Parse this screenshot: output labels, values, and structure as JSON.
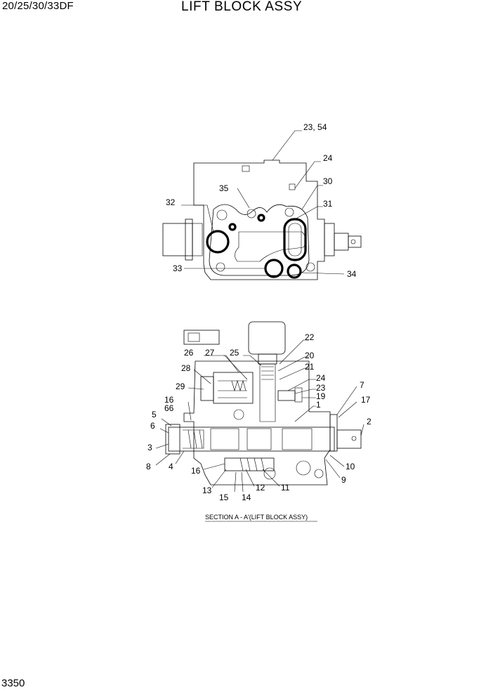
{
  "header": {
    "model": "20/25/30/33DF",
    "title": "LIFT BLOCK ASSY"
  },
  "page_number": "3350",
  "top_view": {
    "callouts": {
      "c23_54": "23, 54",
      "c24": "24",
      "c30": "30",
      "c35": "35",
      "c32": "32",
      "c31": "31",
      "c33": "33",
      "c34": "34"
    }
  },
  "section_view": {
    "caption": "SECTION A - A'(LIFT BLOCK ASSY)",
    "callouts": {
      "c22": "22",
      "c26": "26",
      "c27": "27",
      "c25": "25",
      "c20": "20",
      "c21": "21",
      "c28": "28",
      "c24": "24",
      "c23": "23",
      "c29": "29",
      "c19": "19",
      "c7": "7",
      "c16a": "16",
      "c17": "17",
      "c66": "66",
      "c1": "1",
      "c5": "5",
      "c2": "2",
      "c6": "6",
      "c3": "3",
      "c4": "4",
      "c8": "8",
      "c10": "10",
      "c16b": "16",
      "c9": "9",
      "c13": "13",
      "c12": "12",
      "c11": "11",
      "c15": "15",
      "c14": "14"
    }
  }
}
